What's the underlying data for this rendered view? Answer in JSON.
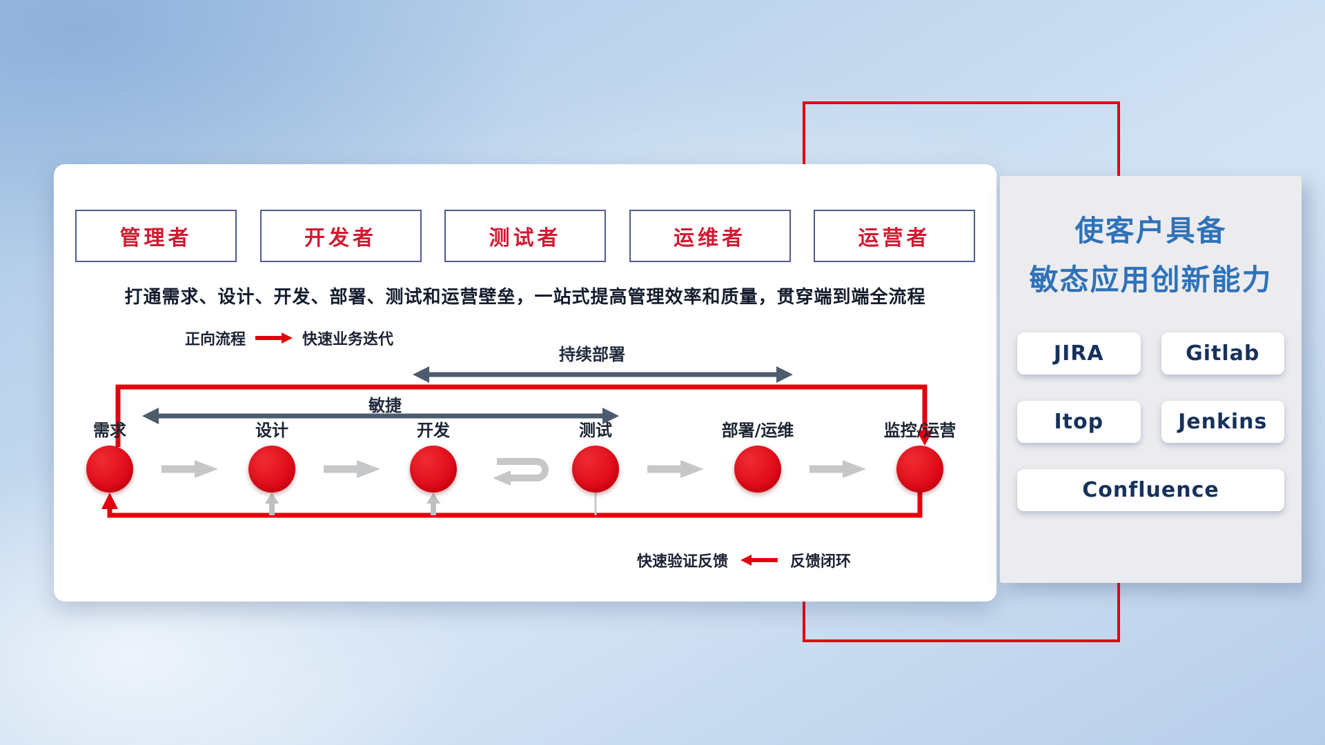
{
  "roles": [
    {
      "label": "管理者"
    },
    {
      "label": "开发者"
    },
    {
      "label": "测试者"
    },
    {
      "label": "运维者"
    },
    {
      "label": "运营者"
    }
  ],
  "subtitle": "打通需求、设计、开发、部署、测试和运营壁垒，一站式提高管理效率和质量，贯穿端到端全流程",
  "legend_forward": {
    "label": "正向流程",
    "arrow_icon": "red-arrow-right-icon",
    "description": "快速业务迭代"
  },
  "legend_feedback": {
    "description": "快速验证反馈",
    "arrow_icon": "red-arrow-left-icon",
    "label": "反馈闭环"
  },
  "flow": {
    "stages": [
      {
        "label": "需求"
      },
      {
        "label": "设计"
      },
      {
        "label": "开发"
      },
      {
        "label": "测试"
      },
      {
        "label": "部署/运维"
      },
      {
        "label": "监控/运营"
      }
    ],
    "span_arrows": [
      {
        "label": "持续部署",
        "from": "开发",
        "to": "部署/运维"
      },
      {
        "label": "敏捷",
        "from": "需求",
        "to": "测试"
      }
    ],
    "iteration_icon": "loop-arrow-icon"
  },
  "panel": {
    "title_line1": "使客户具备",
    "title_line2": "敏态应用创新能力",
    "tools": [
      "JIRA",
      "Gitlab",
      "Itop",
      "Jenkins",
      "Confluence"
    ]
  },
  "colors": {
    "accent_red": "#e2000f",
    "title_blue": "#2f72b8",
    "navy_text": "#16325c",
    "role_red": "#d11a32",
    "span_arrow_gray": "#4d5b6e",
    "stage_arrow_gray": "#c6c7c9"
  }
}
